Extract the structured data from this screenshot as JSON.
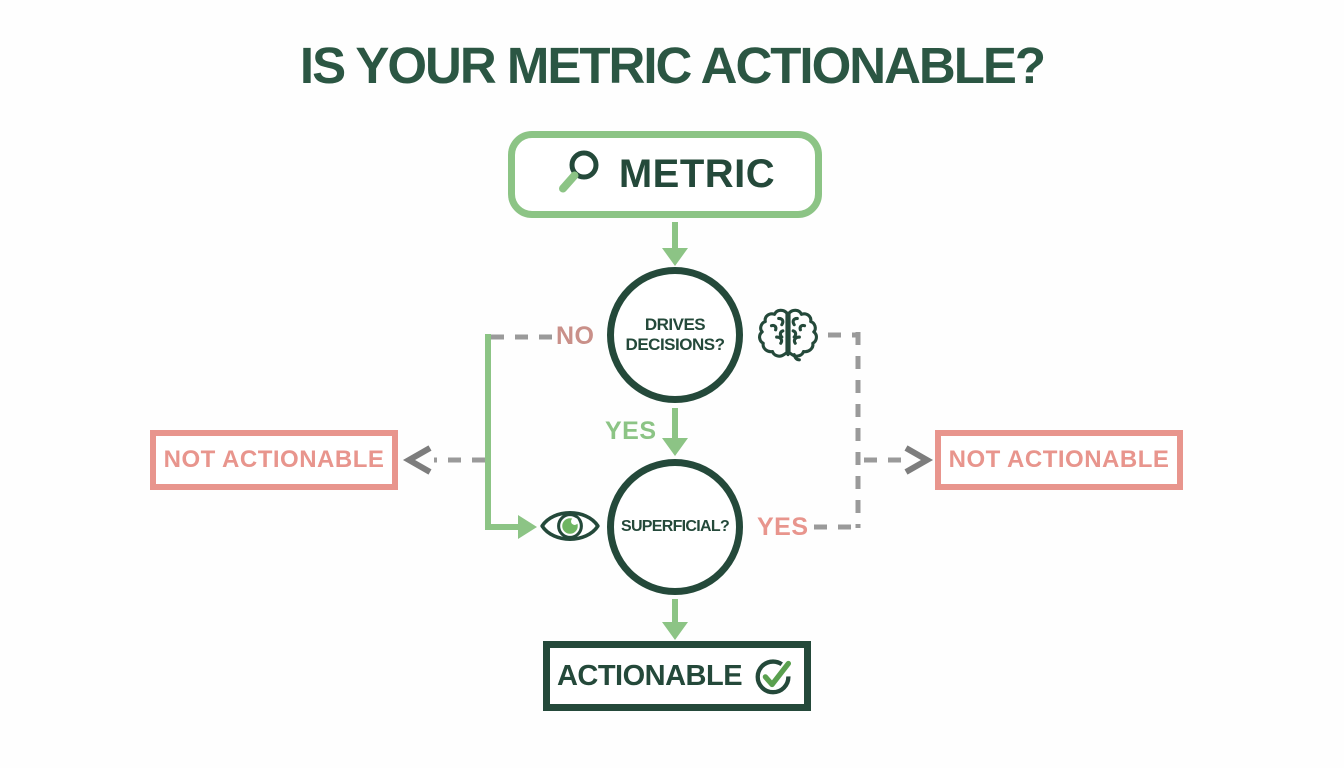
{
  "title": "IS YOUR METRIC ACTIONABLE?",
  "palette": {
    "dark_green": "#24493a",
    "light_green": "#8cc485",
    "check_green": "#5aa04f",
    "pupil_green": "#6fb562",
    "salmon": "#e8958d",
    "muted_salmon": "#c99089",
    "dash_gray": "#9a9a9a",
    "arrowhead_gray": "#7d7d7d"
  },
  "nodes": {
    "metric": {
      "label": "METRIC",
      "icon": "magnifier-icon"
    },
    "drives_decisions": {
      "label": "DRIVES DECISIONS?",
      "icon": "brain-icon"
    },
    "superficial": {
      "label": "SUPERFICIAL?",
      "icon": "eye-icon"
    },
    "not_actionable_left": {
      "label": "NOT ACTIONABLE"
    },
    "not_actionable_right": {
      "label": "NOT ACTIONABLE"
    },
    "actionable": {
      "label": "ACTIONABLE",
      "icon": "check-circle-icon"
    }
  },
  "edge_labels": {
    "no_left": "NO",
    "yes_down": "YES",
    "yes_right": "YES"
  }
}
